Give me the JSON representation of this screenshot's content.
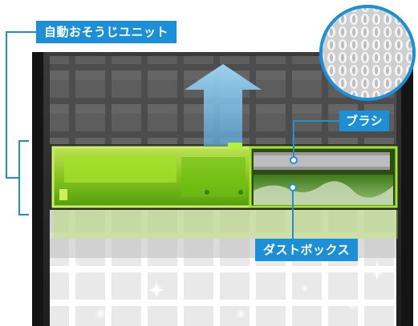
{
  "labels": {
    "unit": "自動おそうじユニット",
    "brush": "ブラシ",
    "dust_box": "ダストボックス"
  },
  "colors": {
    "accent": "#1c8fd6",
    "unit_green": "#a6e62a",
    "arrow": "#7fc6ec",
    "frame": "#2b2b2b",
    "filter_bg": "#4a4a4a"
  }
}
